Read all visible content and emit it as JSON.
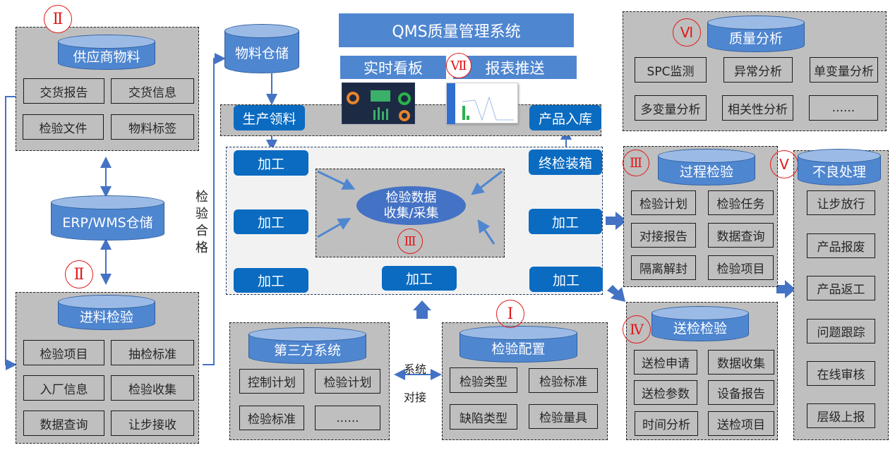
{
  "title": "QMS质量管理系统",
  "dashboard": {
    "realtime_board": "实时看板",
    "report_push": "报表推送",
    "badge": "Ⅶ"
  },
  "supplier": {
    "badge": "Ⅱ",
    "title": "供应商物料",
    "items": [
      "交货报告",
      "交货信息",
      "检验文件",
      "物料标签"
    ]
  },
  "erp": {
    "title": "ERP/WMS仓储",
    "badge": "Ⅱ"
  },
  "incoming": {
    "title": "进料检验",
    "items": [
      "检验项目",
      "抽检标准",
      "入厂信息",
      "检验收集",
      "数据查询",
      "让步接收"
    ]
  },
  "warehouse": {
    "title": "物料仓储"
  },
  "pass_label": [
    "检",
    "验",
    "合",
    "格"
  ],
  "production": {
    "pick": "生产领料",
    "store": "产品入库",
    "process": [
      "加工",
      "加工",
      "加工",
      "加工",
      "加工",
      "加工"
    ],
    "final": "终检装箱",
    "collect": [
      "检验数据",
      "收集/采集"
    ],
    "badge": "Ⅲ"
  },
  "third_party": {
    "title": "第三方系统",
    "items": [
      "控制计划",
      "检验计划",
      "检验标准",
      "......"
    ]
  },
  "integration": [
    "系统",
    "对接"
  ],
  "config": {
    "badge": "Ⅰ",
    "title": "检验配置",
    "items": [
      "检验类型",
      "检验标准",
      "缺陷类型",
      "检验量具"
    ]
  },
  "analysis": {
    "badge": "Ⅵ",
    "title": "质量分析",
    "items": [
      "SPC监测",
      "异常分析",
      "单变量分析",
      "多变量分析",
      "相关性分析",
      "......"
    ]
  },
  "process_insp": {
    "badge": "Ⅲ",
    "title": "过程检验",
    "items": [
      "检验计划",
      "检验任务",
      "对接报告",
      "数据查询",
      "隔离解封",
      "检验项目"
    ]
  },
  "send_insp": {
    "badge": "Ⅳ",
    "title": "送检检验",
    "items": [
      "送检申请",
      "数据收集",
      "送检参数",
      "设备报告",
      "时间分析",
      "送检项目"
    ]
  },
  "defect": {
    "badge": "Ⅴ",
    "title": "不良处理",
    "items": [
      "让步放行",
      "产品报废",
      "产品返工",
      "问题跟踪",
      "在线审核",
      "层级上报"
    ]
  },
  "colors": {
    "primary": "#4f86d0",
    "process": "#0a6bc1",
    "panel": "#bfbfbf",
    "badge": "#e01a1a",
    "flow": "#2bb24c"
  }
}
